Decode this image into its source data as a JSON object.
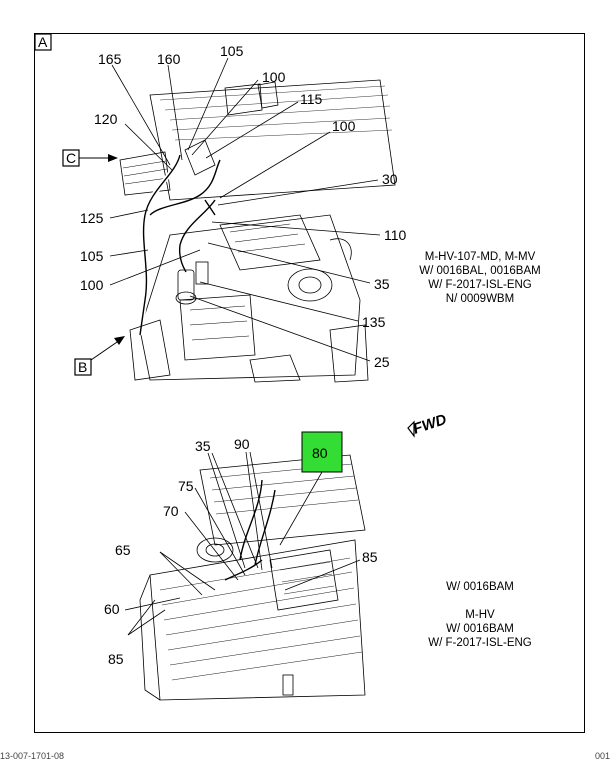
{
  "views": {
    "top": {
      "letter": "A",
      "reference_boxes": [
        "C",
        "B"
      ],
      "callouts": [
        "165",
        "160",
        "105",
        "100",
        "115",
        "100",
        "120",
        "30",
        "125",
        "110",
        "105",
        "100",
        "35",
        "135",
        "25"
      ],
      "note_lines": [
        "M-HV-107-MD, M-MV",
        "W/ 0016BAL, 0016BAM",
        "W/ F-2017-ISL-ENG",
        "N/ 0009WBM"
      ]
    },
    "bottom": {
      "highlight_callout": "80",
      "callouts": [
        "35",
        "90",
        "75",
        "70",
        "65",
        "85",
        "60",
        "85"
      ],
      "note_lines_1": [
        "W/ 0016BAM"
      ],
      "note_lines_2": [
        "M-HV",
        "W/ 0016BAM",
        "W/ F-2017-ISL-ENG"
      ]
    }
  },
  "direction_label": "FWD",
  "footer": {
    "left": "13-007-1701-08",
    "right": "001"
  },
  "colors": {
    "highlight": "#33dd33",
    "line": "#000000"
  }
}
